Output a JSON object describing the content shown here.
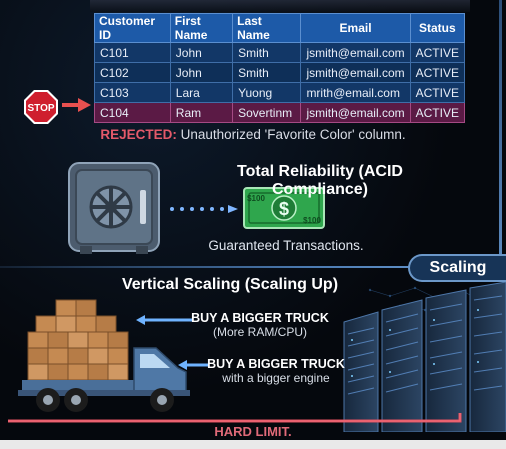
{
  "table": {
    "headers": [
      "Customer ID",
      "First Name",
      "Last Name",
      "Email",
      "Status"
    ],
    "rows": [
      {
        "id": "C101",
        "first": "John",
        "last": "Smith",
        "email": "jsmith@email.com",
        "status": "ACTIVE"
      },
      {
        "id": "C102",
        "first": "John",
        "last": "Smith",
        "email": "jsmith@email.com",
        "status": "ACTIVE"
      },
      {
        "id": "C103",
        "first": "Lara",
        "last": "Yuong",
        "email": "mrith@email.com",
        "status": "ACTIVE"
      },
      {
        "id": "C104",
        "first": "Ram",
        "last": "Sovertinm",
        "email": "jsmith@email.com",
        "status": "ACTIVE"
      }
    ]
  },
  "stop_sign": {
    "label": "STOP"
  },
  "rejected": {
    "tag": "REJECTED:",
    "text": " Unauthorized 'Favorite Color' column."
  },
  "acid": {
    "title": "Total Reliability (ACID Compliance)",
    "subtitle": "Guaranteed Transactions.",
    "bill_value": "$100",
    "bill_symbol": "$"
  },
  "scaling_tab": "Scaling",
  "vertical": {
    "title": "Vertical Scaling (Scaling Up)",
    "callout1_main": "BUY A BIGGER TRUCK",
    "callout1_sub": "(More RAM/CPU)",
    "callout2_main": "BUY A BIGGER TRUCK",
    "callout2_sub": "with a bigger engine",
    "hard_limit": "HARD LIMIT."
  },
  "colors": {
    "table_header": "#1d5aa8",
    "rejected_row": "#5b1a45",
    "rejected_text": "#e45a6a",
    "accent_blue": "#6c98c9"
  }
}
